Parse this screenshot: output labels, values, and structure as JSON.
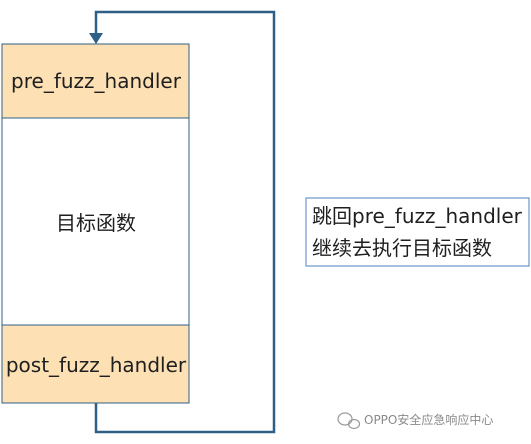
{
  "blocks": {
    "pre_fuzz_handler": "pre_fuzz_handler",
    "target_function": "目标函数",
    "post_fuzz_handler": "post_fuzz_handler"
  },
  "note": {
    "line1": "跳回pre_fuzz_handler",
    "line2": "继续去执行目标函数"
  },
  "watermark": {
    "text": "OPPO安全应急响应中心"
  },
  "colors": {
    "handler_fill": "#fde0b4",
    "block_border": "#2e5f86",
    "arrow": "#2e5f86",
    "note_border": "#4f7fc2",
    "text": "#1f1f1f",
    "watermark": "#8a8a8a"
  }
}
